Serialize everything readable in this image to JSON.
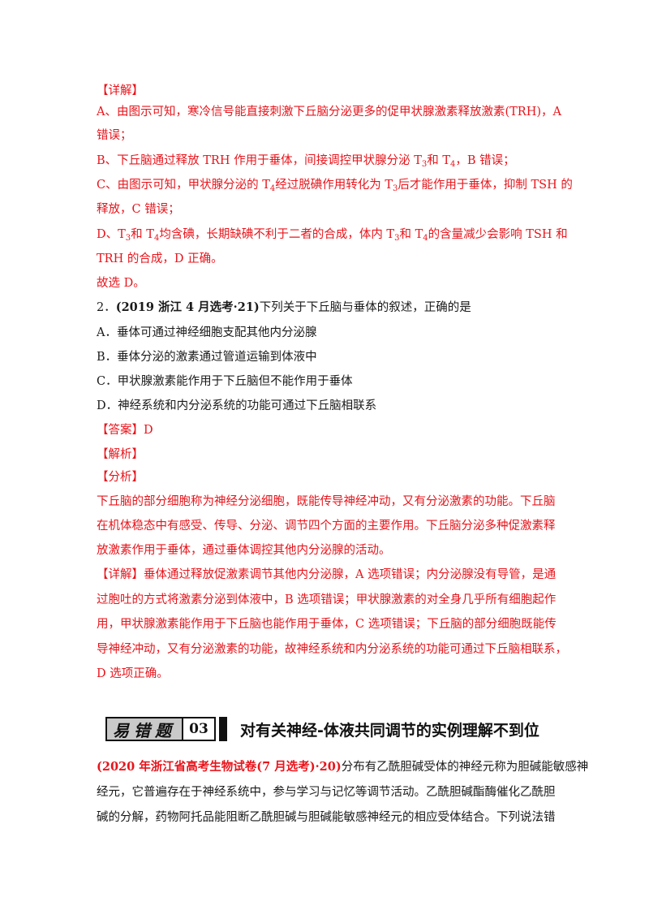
{
  "block1": {
    "l1": "【详解】",
    "l2": "A、由图示可知，寒冷信号能直接刺激下丘脑分泌更多的促甲状腺激素释放激素(TRH)，A",
    "l3": "错误；",
    "l4a": "B、下丘脑通过释放 TRH 作用于垂体，间接调控甲状腺分泌 T",
    "l4b": "3",
    "l4c": "和 T",
    "l4d": "4",
    "l4e": "，B 错误；",
    "l5a": "C、由图示可知，甲状腺分泌的 T",
    "l5b": "4",
    "l5c": "经过脱碘作用转化为 T",
    "l5d": "3",
    "l5e": "后才能作用于垂体，抑制 TSH 的",
    "l6": "释放，C 错误；",
    "l7a": "D、T",
    "l7b": "3",
    "l7c": "和 T",
    "l7d": "4",
    "l7e": "均含碘，长期缺碘不利于二者的合成，体内 T",
    "l7f": "3",
    "l7g": "和 T",
    "l7h": "4",
    "l7i": "的含量减少会影响 TSH 和",
    "l8": "TRH 的合成，D 正确。",
    "l9": "故选 D。"
  },
  "q2": {
    "num": "2．",
    "source": "(2019 浙江 4 月选考·21)",
    "stem": "下列关于下丘脑与垂体的叙述，正确的是",
    "a": "A．垂体可通过神经细胞支配其他内分泌腺",
    "b": "B．垂体分泌的激素通过管道运输到体液中",
    "c": "C．甲状腺激素能作用于下丘脑但不能作用于垂体",
    "d": "D．神经系统和内分泌系统的功能可通过下丘脑相联系",
    "answer": "【答案】D",
    "jiexi": "【解析】",
    "fenxi": "【分析】",
    "f1": "下丘脑的部分细胞称为神经分泌细胞，既能传导神经冲动，又有分泌激素的功能。下丘脑",
    "f2": "在机体稳态中有感受、传导、分泌、调节四个方面的主要作用。下丘脑分泌多种促激素释",
    "f3": "放激素作用于垂体，通过垂体调控其他内分泌腺的活动。",
    "x1": "【详解】垂体通过释放促激素调节其他内分泌腺，A 选项错误；内分泌腺没有导管，是通",
    "x2": "过胞吐的方式将激素分泌到体液中，B 选项错误；甲状腺激素的对全身几乎所有细胞起作",
    "x3": "用，甲状腺激素能作用于下丘脑也能作用于垂体，C 选项错误；下丘脑的部分细胞既能传",
    "x4": "导神经冲动，又有分泌激素的功能，故神经系统和内分泌系统的功能可通过下丘脑相联系，",
    "x5": "D 选项正确。"
  },
  "section": {
    "tag": "易错题",
    "number": "03",
    "title": "对有关神经-体液共同调节的实例理解不到位"
  },
  "q3": {
    "source": "(2020 年浙江省高考生物试卷(7 月选考)·20)",
    "l1": "分布有乙酰胆碱受体的神经元称为胆碱能敏感神",
    "l2": "经元，它普遍存在于神经系统中，参与学习与记忆等调节活动。乙酰胆碱酯酶催化乙酰胆",
    "l3": "碱的分解，药物阿托品能阻断乙酰胆碱与胆碱能敏感神经元的相应受体结合。下列说法错"
  }
}
